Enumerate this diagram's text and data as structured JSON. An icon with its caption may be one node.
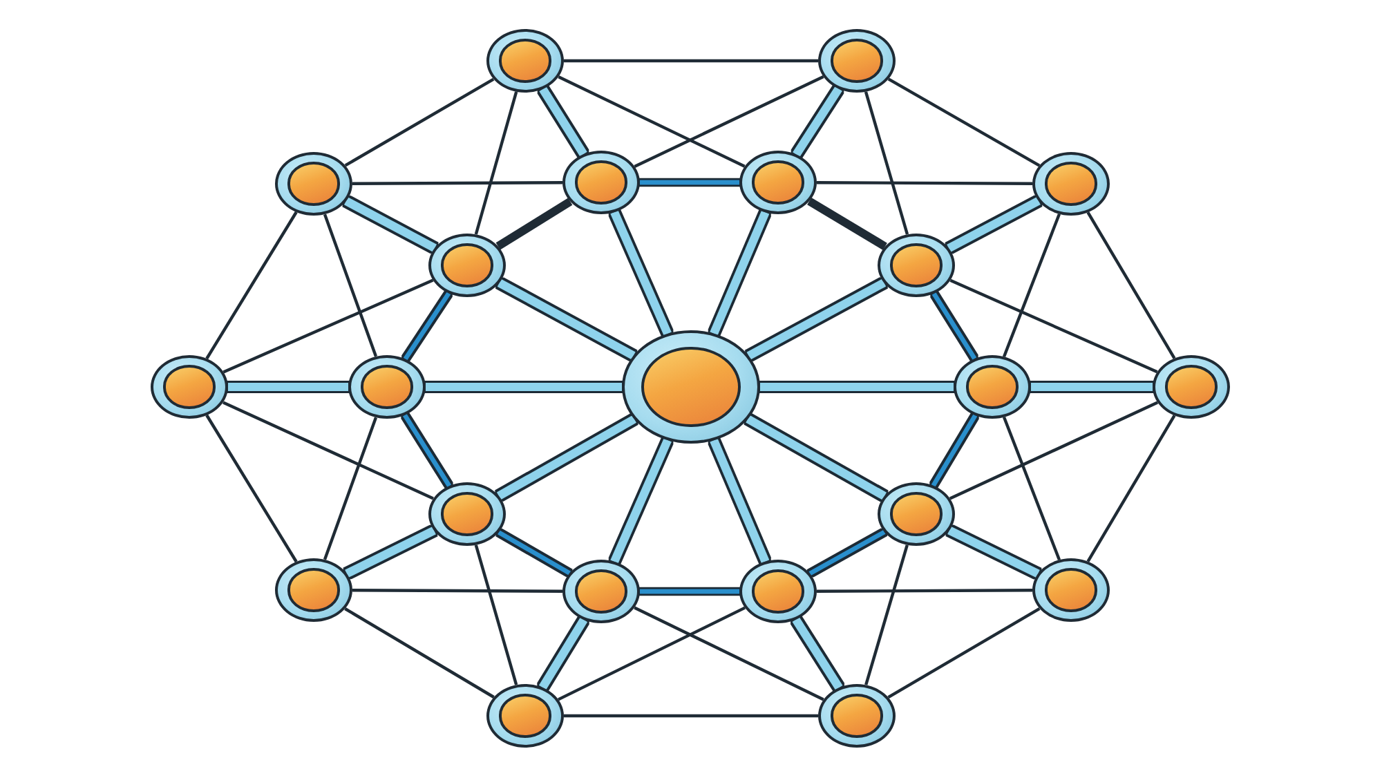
{
  "diagram": {
    "nodes": [
      {
        "text": [],
        "shape": "circle"
      },
      {
        "text": [],
        "shape": "circle"
      },
      {
        "text": [],
        "shape": "circle"
      },
      {
        "text": [],
        "shape": "circle"
      },
      {
        "text": [],
        "shape": "circle"
      },
      {
        "text": [],
        "shape": "circle"
      },
      {
        "text": [],
        "shape": "circle"
      },
      {
        "text": [],
        "shape": "circle"
      },
      {
        "text": [],
        "shape": "circle"
      },
      {
        "text": [],
        "shape": "circle"
      },
      {
        "text": [],
        "shape": "circle"
      },
      {
        "text": [],
        "shape": "circle"
      },
      {
        "text": [],
        "shape": "circle"
      },
      {
        "text": [],
        "shape": "circle"
      },
      {
        "text": [],
        "shape": "circle"
      },
      {
        "text": [],
        "shape": "circle"
      },
      {
        "text": [],
        "shape": "circle"
      },
      {
        "text": [],
        "shape": "circle"
      },
      {
        "text": [],
        "shape": "circle"
      },
      {
        "text": [],
        "shape": "circle"
      },
      {
        "text": [],
        "shape": "circle"
      }
    ],
    "edges": [
      {
        "from": 0,
        "to": 1,
        "arrow": "none"
      },
      {
        "from": 0,
        "to": 4,
        "arrow": "none"
      },
      {
        "from": 1,
        "to": 3,
        "arrow": "none"
      },
      {
        "from": 0,
        "to": 3,
        "arrow": "none",
        "style": "thick",
        "color": "#8fd3ec"
      },
      {
        "from": 0,
        "to": 6,
        "arrow": "none"
      },
      {
        "from": 0,
        "to": 2,
        "arrow": "none"
      },
      {
        "from": 2,
        "to": 3,
        "arrow": "none"
      },
      {
        "from": 2,
        "to": 6,
        "arrow": "none",
        "style": "thick",
        "color": "#8fd3ec"
      },
      {
        "from": 2,
        "to": 8,
        "arrow": "none"
      },
      {
        "from": 2,
        "to": 9,
        "arrow": "none"
      },
      {
        "from": 6,
        "to": 3,
        "arrow": "none",
        "style": "thick"
      },
      {
        "from": 6,
        "to": 10,
        "arrow": "none",
        "style": "thick",
        "color": "#8fd3ec"
      },
      {
        "from": 6,
        "to": 9,
        "arrow": "none",
        "color": "#2a8fcc"
      },
      {
        "from": 6,
        "to": 8,
        "arrow": "none"
      },
      {
        "from": 3,
        "to": 10,
        "arrow": "none",
        "style": "thick",
        "color": "#8fd3ec"
      },
      {
        "from": 3,
        "to": 4,
        "arrow": "none",
        "color": "#2a8fcc"
      },
      {
        "from": 8,
        "to": 9,
        "arrow": "none",
        "style": "thick",
        "color": "#8fd3ec"
      },
      {
        "from": 8,
        "to": 15,
        "arrow": "none"
      },
      {
        "from": 8,
        "to": 13,
        "arrow": "none"
      },
      {
        "from": 9,
        "to": 10,
        "arrow": "none",
        "style": "thick",
        "color": "#8fd3ec"
      },
      {
        "from": 9,
        "to": 13,
        "arrow": "none",
        "color": "#2a8fcc"
      },
      {
        "from": 9,
        "to": 15,
        "arrow": "none"
      },
      {
        "from": 13,
        "to": 10,
        "arrow": "none",
        "style": "thick",
        "color": "#8fd3ec"
      },
      {
        "from": 13,
        "to": 15,
        "arrow": "none",
        "style": "thick",
        "color": "#8fd3ec"
      },
      {
        "from": 13,
        "to": 16,
        "arrow": "none",
        "color": "#2a8fcc"
      },
      {
        "from": 13,
        "to": 19,
        "arrow": "none"
      },
      {
        "from": 15,
        "to": 16,
        "arrow": "none"
      },
      {
        "from": 15,
        "to": 19,
        "arrow": "none"
      },
      {
        "from": 16,
        "to": 10,
        "arrow": "none",
        "style": "thick",
        "color": "#8fd3ec"
      },
      {
        "from": 16,
        "to": 17,
        "arrow": "none",
        "color": "#2a8fcc"
      },
      {
        "from": 16,
        "to": 19,
        "arrow": "none",
        "style": "thick",
        "color": "#8fd3ec"
      },
      {
        "from": 16,
        "to": 20,
        "arrow": "none"
      },
      {
        "from": 19,
        "to": 17,
        "arrow": "none"
      },
      {
        "from": 19,
        "to": 20,
        "arrow": "none"
      },
      {
        "from": 17,
        "to": 10,
        "arrow": "none",
        "style": "thick",
        "color": "#8fd3ec"
      },
      {
        "from": 17,
        "to": 14,
        "arrow": "none",
        "color": "#2a8fcc"
      },
      {
        "from": 17,
        "to": 20,
        "arrow": "none",
        "style": "thick",
        "color": "#8fd3ec"
      },
      {
        "from": 17,
        "to": 18,
        "arrow": "none"
      },
      {
        "from": 14,
        "to": 10,
        "arrow": "none",
        "style": "thick",
        "color": "#8fd3ec"
      },
      {
        "from": 14,
        "to": 11,
        "arrow": "none",
        "color": "#2a8fcc"
      },
      {
        "from": 14,
        "to": 18,
        "arrow": "none",
        "style": "thick",
        "color": "#8fd3ec"
      },
      {
        "from": 14,
        "to": 12,
        "arrow": "none"
      },
      {
        "from": 14,
        "to": 20,
        "arrow": "none"
      },
      {
        "from": 11,
        "to": 10,
        "arrow": "none",
        "style": "thick",
        "color": "#8fd3ec"
      },
      {
        "from": 11,
        "to": 12,
        "arrow": "none",
        "style": "thick",
        "color": "#8fd3ec"
      },
      {
        "from": 11,
        "to": 18,
        "arrow": "none"
      },
      {
        "from": 12,
        "to": 18,
        "arrow": "none"
      },
      {
        "from": 18,
        "to": 20,
        "arrow": "none"
      },
      {
        "from": 11,
        "to": 5,
        "arrow": "none"
      },
      {
        "from": 7,
        "to": 12,
        "arrow": "none"
      },
      {
        "from": 5,
        "to": 12,
        "arrow": "none"
      },
      {
        "from": 7,
        "to": 11,
        "arrow": "none",
        "color": "#2a8fcc"
      },
      {
        "from": 7,
        "to": 5,
        "arrow": "none",
        "style": "thick",
        "color": "#8fd3ec"
      },
      {
        "from": 7,
        "to": 10,
        "arrow": "none",
        "style": "thick",
        "color": "#8fd3ec"
      },
      {
        "from": 7,
        "to": 4,
        "arrow": "none",
        "style": "thick"
      },
      {
        "from": 1,
        "to": 7,
        "arrow": "none"
      },
      {
        "from": 1,
        "to": 5,
        "arrow": "none"
      },
      {
        "from": 1,
        "to": 4,
        "arrow": "none",
        "style": "thick",
        "color": "#8fd3ec"
      },
      {
        "from": 4,
        "to": 5,
        "arrow": "none"
      },
      {
        "from": 4,
        "to": 10,
        "arrow": "none",
        "style": "thick",
        "color": "#8fd3ec"
      }
    ]
  }
}
